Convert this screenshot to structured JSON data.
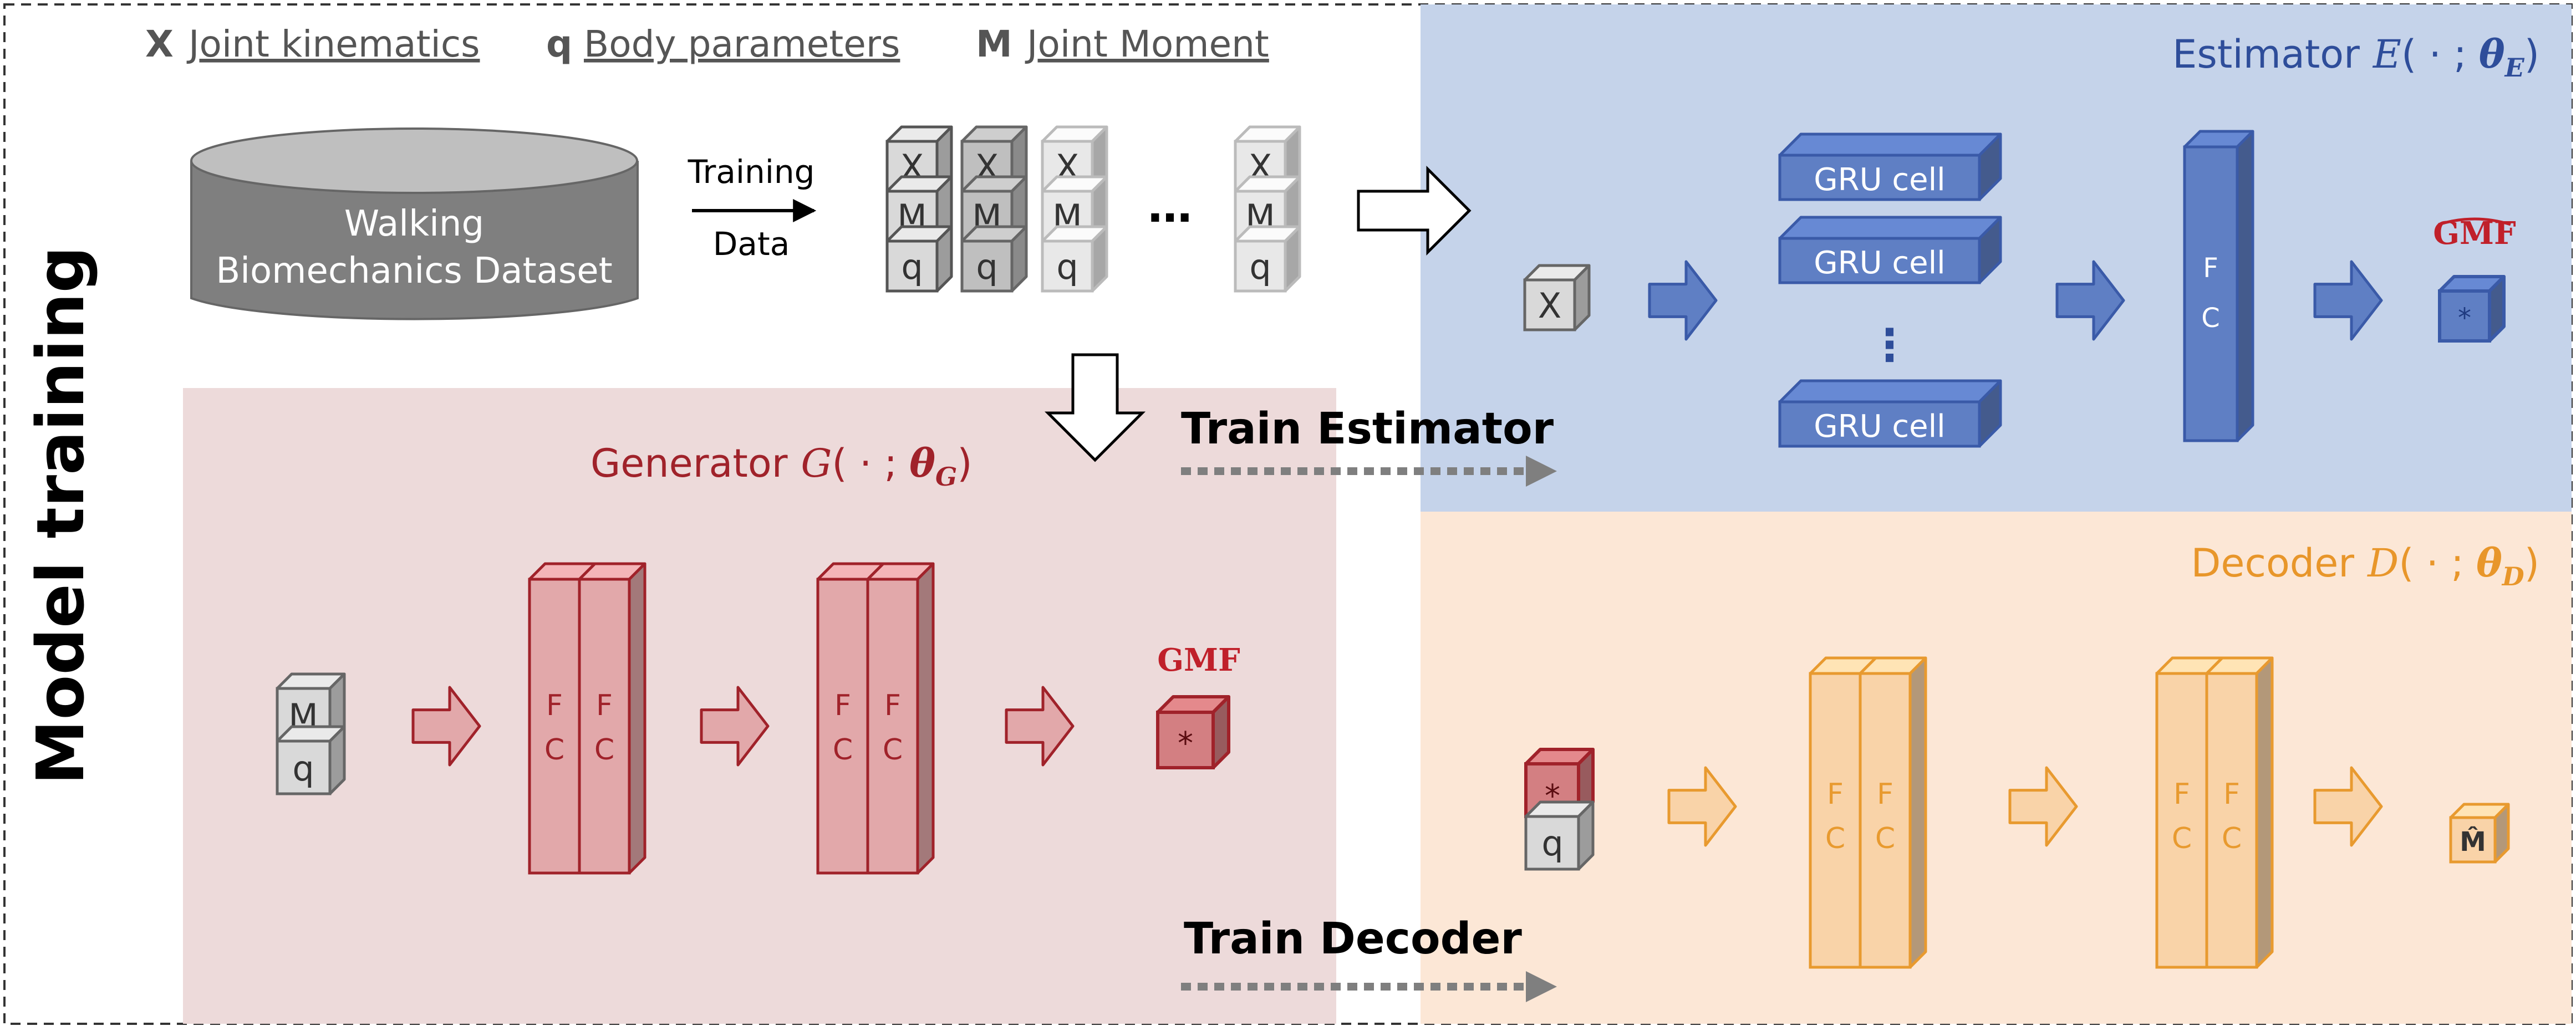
{
  "legend": {
    "x_symbol": "X",
    "x_label": "Joint kinematics",
    "q_symbol": "q",
    "q_label": "Body  parameters",
    "m_symbol": "M",
    "m_label": "Joint Moment"
  },
  "side_label": "Model training",
  "dataset": {
    "line1": "Walking",
    "line2": "Biomechanics Dataset"
  },
  "training_data": {
    "line1": "Training",
    "line2": "Data"
  },
  "stack_sample": {
    "x": "X",
    "m": "M",
    "q": "q"
  },
  "ellipsis": "…",
  "estimator": {
    "title": "Estimator",
    "fn": "E",
    "args": "( · ; ",
    "theta": "θ",
    "sub": "E",
    "close": ")",
    "input": "X",
    "gru_label": "GRU cell",
    "vdots": "⋮",
    "fc_label": "F C",
    "output_label": "GMF",
    "output_symbol": "*"
  },
  "generator": {
    "title": "Generator",
    "fn": "G",
    "args": "( · ; ",
    "theta": "θ",
    "sub": "G",
    "close": ")",
    "input_top": "M",
    "input_bottom": "q",
    "fc_f": "F",
    "fc_c": "C",
    "output_label": "GMF",
    "output_symbol": "*"
  },
  "decoder": {
    "title": "Decoder",
    "fn": "D",
    "args": "( · ; ",
    "theta": "θ",
    "sub": "D",
    "close": ")",
    "input_top": "*",
    "input_bottom": "q",
    "fc_f": "F",
    "fc_c": "C",
    "output_label": "M̂"
  },
  "train_estimator": "Train Estimator",
  "train_decoder": "Train Decoder",
  "colors": {
    "estimator_bg": "#c5d3ea",
    "generator_bg": "#eddada",
    "decoder_bg": "#fce7d6",
    "blue": "#3a5aa8",
    "blue_fill": "#5f7fc4",
    "red": "#a0222a",
    "red_fill": "#e2a8aa",
    "orange": "#e89a2f",
    "orange_fill": "#f9d3a8",
    "gray": "#666666"
  }
}
